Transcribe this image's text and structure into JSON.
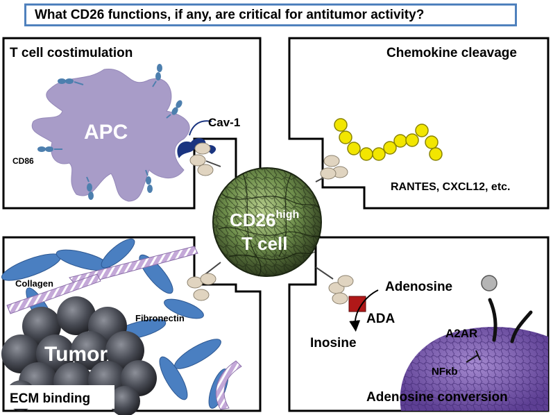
{
  "question": "What CD26 functions, if any, are critical for antitumor activity?",
  "panels": {
    "costimulation": {
      "title": "T cell costimulation",
      "apc_label": "APC",
      "cav_label": "Cav-1",
      "cd86_label": "CD86"
    },
    "chemokine": {
      "title": "Chemokine cleavage",
      "substrates_label": "RANTES, CXCL12, etc."
    },
    "ecm": {
      "title": "ECM binding",
      "collagen_label": "Collagen",
      "fibronectin_label": "Fibronectin",
      "tumor_label": "Tumor"
    },
    "adenosine": {
      "title": "Adenosine conversion",
      "adenosine_label": "Adenosine",
      "ada_label": "ADA",
      "inosine_label": "Inosine",
      "a2ar_label": "A2AR",
      "nfkb_label": "NFκb"
    }
  },
  "center_cell": {
    "line1_main": "CD26",
    "line1_sup": "high",
    "line2": "T cell"
  },
  "colors": {
    "question_border": "#4f81bd",
    "apc": "#a89cc8",
    "cell_green": "#7a9a55",
    "chemokine_bead": "#f2e600",
    "fibronectin": "#4a7fc1",
    "collagen": "#c4a8d8",
    "tumor": "#3e4048",
    "ada_square": "#b01818",
    "adenosine_cell": "#8060b0"
  }
}
